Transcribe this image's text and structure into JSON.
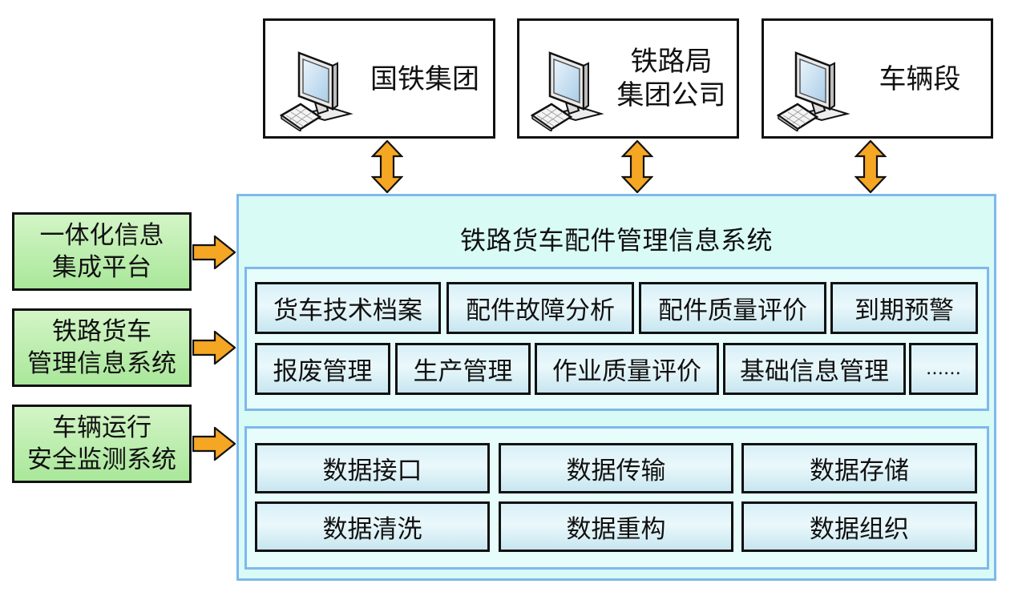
{
  "clients": [
    {
      "label_lines": [
        "国铁集团"
      ],
      "icon": "desktop-computer-icon"
    },
    {
      "label_lines": [
        "铁路局",
        "集团公司"
      ],
      "icon": "desktop-computer-icon"
    },
    {
      "label_lines": [
        "车辆段"
      ],
      "icon": "desktop-computer-icon"
    }
  ],
  "sources": [
    {
      "label_lines": [
        "一体化信息",
        "集成平台"
      ]
    },
    {
      "label_lines": [
        "铁路货车",
        "管理信息系统"
      ]
    },
    {
      "label_lines": [
        "车辆运行",
        "安全监测系统"
      ]
    }
  ],
  "system": {
    "title": "铁路货车配件管理信息系统",
    "business_modules": {
      "row1": [
        "货车技术档案",
        "配件故障分析",
        "配件质量评价",
        "到期预警"
      ],
      "row2": [
        "报废管理",
        "生产管理",
        "作业质量评价",
        "基础信息管理",
        "……"
      ]
    },
    "data_modules": {
      "row1": [
        "数据接口",
        "数据传输",
        "数据存储"
      ],
      "row2": [
        "数据清洗",
        "数据重构",
        "数据组织"
      ]
    }
  },
  "colors": {
    "arrow_fill": "#f5a623",
    "panel_border": "#7fb8ec",
    "main_fill": "#d9fbf6",
    "source_fill": "#b9eca9"
  }
}
